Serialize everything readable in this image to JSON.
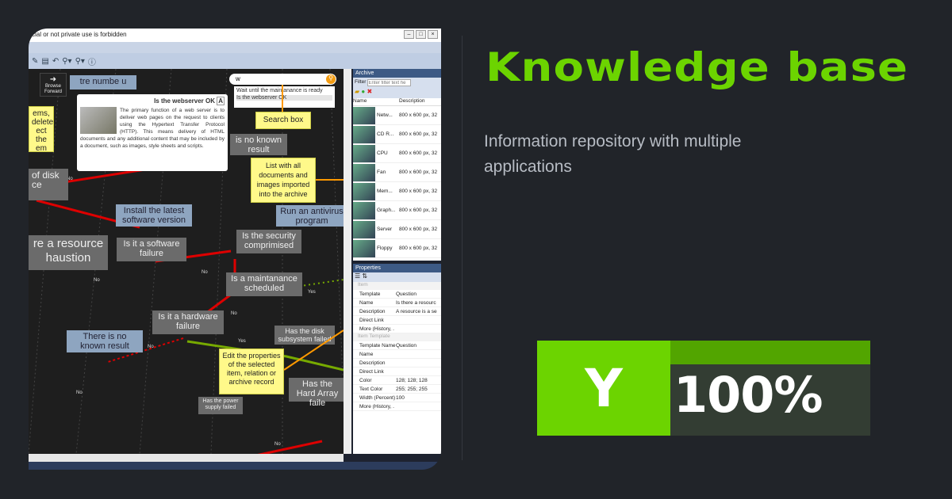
{
  "card": {
    "headline": "Knowledge base",
    "subtitle": "Information repository with multiple applications",
    "badge_letter": "Y",
    "badge_value": "100%",
    "accent": "#6cd400"
  },
  "app": {
    "title": "cial or not private use is forbidden",
    "browse_forward": "Browse Forward",
    "search": {
      "value": "w",
      "results": [
        "Wait until the maintanance is ready",
        "Is the webserver OK"
      ]
    },
    "popup": {
      "title": "Is the webserver OK",
      "text": "The primary function of a web server is to deliver web pages on the request to clients using the Hypertext Transfer Protocol (HTTP). This means delivery of HTML documents and any additional content that may be included by a document, such as images, style sheets and scripts."
    },
    "nodes": [
      "is no known result",
      "of disk ce",
      "Install the latest software version",
      "Run an antivirus program",
      "re a resource haustion",
      "Is it a software failure",
      "Is the security comprimised",
      "Is a maintanance scheduled",
      "Is it a hardware failure",
      "There is no known result",
      "Has the disk subsystem failed",
      "Has the Hard Array faile",
      "Has the power supply failed",
      "tre numbe u",
      "ems, delete ect the em"
    ],
    "edge_labels": [
      "No",
      "No",
      "No",
      "No",
      "No",
      "Yes",
      "Yes",
      "No",
      "No"
    ],
    "notes": [
      "Search box",
      "List with all documents and images imported into the archive",
      "Edit the properties of the selected item, relation or archive record"
    ],
    "archive": {
      "title": "Archive",
      "filter_label": "Filter",
      "filter_placeholder": "Enter filter text he",
      "columns": [
        "Name",
        "Description"
      ],
      "rows": [
        {
          "name": "Netw...",
          "desc": "800 x 600 px, 32"
        },
        {
          "name": "CD R...",
          "desc": "800 x 600 px, 32"
        },
        {
          "name": "CPU",
          "desc": "800 x 600 px, 32"
        },
        {
          "name": "Fan",
          "desc": "800 x 600 px, 32"
        },
        {
          "name": "Mem...",
          "desc": "800 x 600 px, 32"
        },
        {
          "name": "Graph...",
          "desc": "800 x 600 px, 32"
        },
        {
          "name": "Server",
          "desc": "800 x 600 px, 32"
        },
        {
          "name": "Floppy",
          "desc": "800 x 600 px, 32"
        }
      ]
    },
    "properties": {
      "title": "Properties",
      "cat_item": "Item",
      "cat_template": "Item Template",
      "item": [
        {
          "k": "Template",
          "v": "Question"
        },
        {
          "k": "Name",
          "v": "Is there a resourc"
        },
        {
          "k": "Description",
          "v": "A resource is a se"
        },
        {
          "k": "Direct Link",
          "v": ""
        },
        {
          "k": "More (History, .",
          "v": ""
        }
      ],
      "template": [
        {
          "k": "Template Name",
          "v": "Question"
        },
        {
          "k": "Name",
          "v": ""
        },
        {
          "k": "Description",
          "v": ""
        },
        {
          "k": "Direct Link",
          "v": ""
        },
        {
          "k": "Color",
          "v": "128; 128; 128"
        },
        {
          "k": "Text Color",
          "v": "255; 255; 255"
        },
        {
          "k": "Width (Percent)",
          "v": "100"
        },
        {
          "k": "More (History, .",
          "v": ""
        }
      ]
    }
  }
}
